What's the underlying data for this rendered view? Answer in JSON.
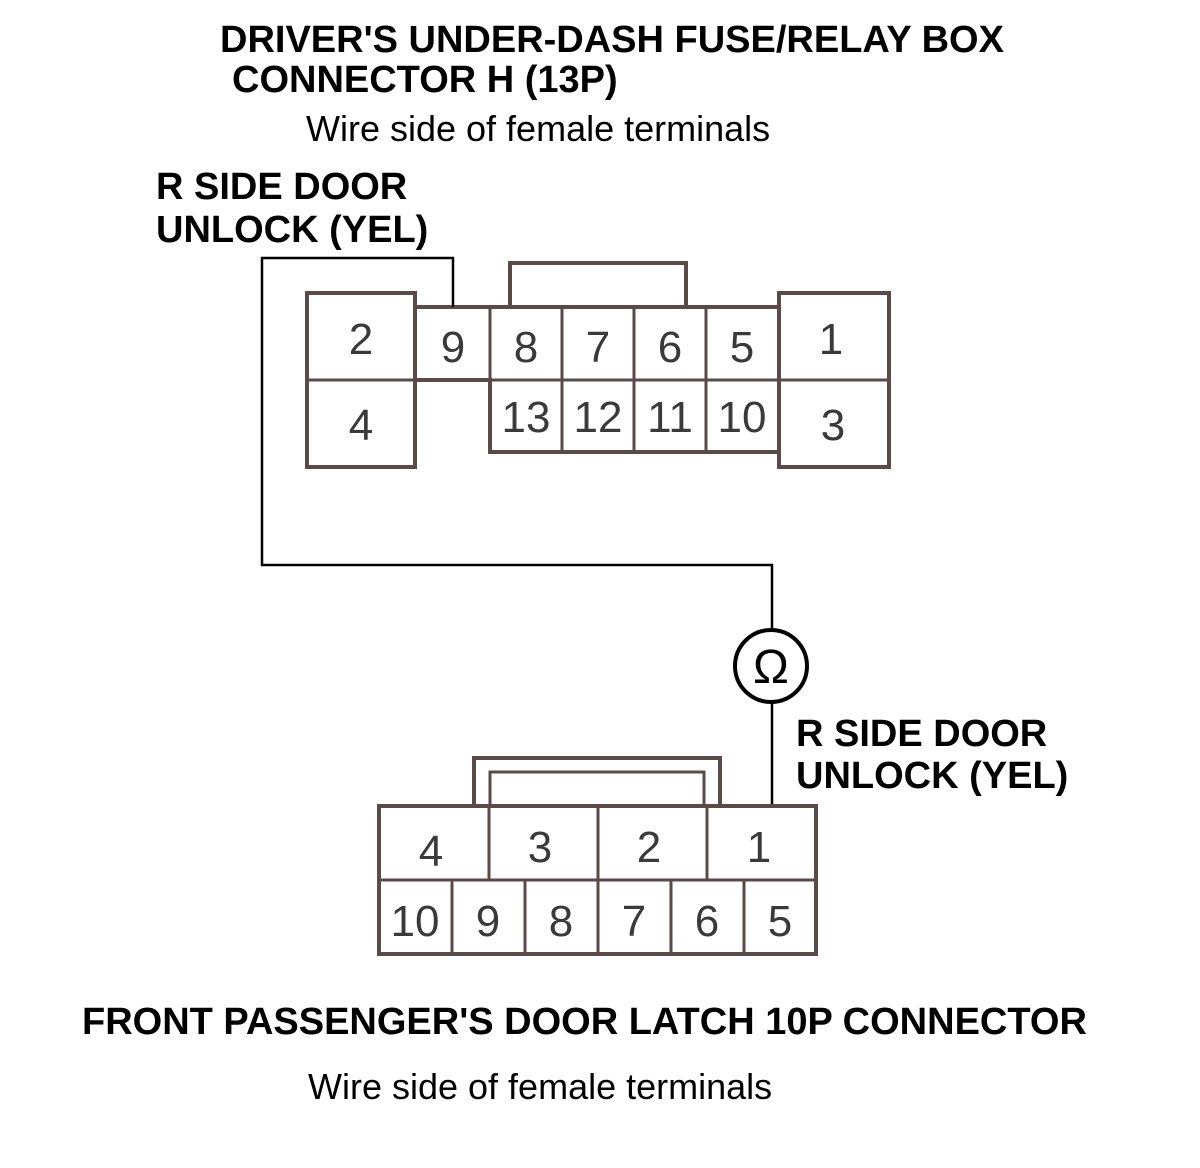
{
  "connector_h": {
    "title_line1": "DRIVER'S UNDER-DASH FUSE/RELAY BOX",
    "title_line2": "CONNECTOR H (13P)",
    "subtitle": "Wire side of female terminals",
    "wire_label_line1": "R SIDE DOOR",
    "wire_label_line2": "UNLOCK (YEL)",
    "terminals": {
      "t1": "1",
      "t2": "2",
      "t3": "3",
      "t4": "4",
      "t5": "5",
      "t6": "6",
      "t7": "7",
      "t8": "8",
      "t9": "9",
      "t10": "10",
      "t11": "11",
      "t12": "12",
      "t13": "13"
    }
  },
  "meter": {
    "symbol": "Ω",
    "icon": "ohmmeter-icon"
  },
  "latch_connector": {
    "wire_label_line1": "R SIDE DOOR",
    "wire_label_line2": "UNLOCK (YEL)",
    "title": "FRONT PASSENGER'S DOOR LATCH 10P CONNECTOR",
    "subtitle": "Wire side of female terminals",
    "terminals": {
      "t1": "1",
      "t2": "2",
      "t3": "3",
      "t4": "4",
      "t5": "5",
      "t6": "6",
      "t7": "7",
      "t8": "8",
      "t9": "9",
      "t10": "10"
    }
  },
  "colors": {
    "outline": "#5a4a48",
    "wire": "#000000"
  }
}
